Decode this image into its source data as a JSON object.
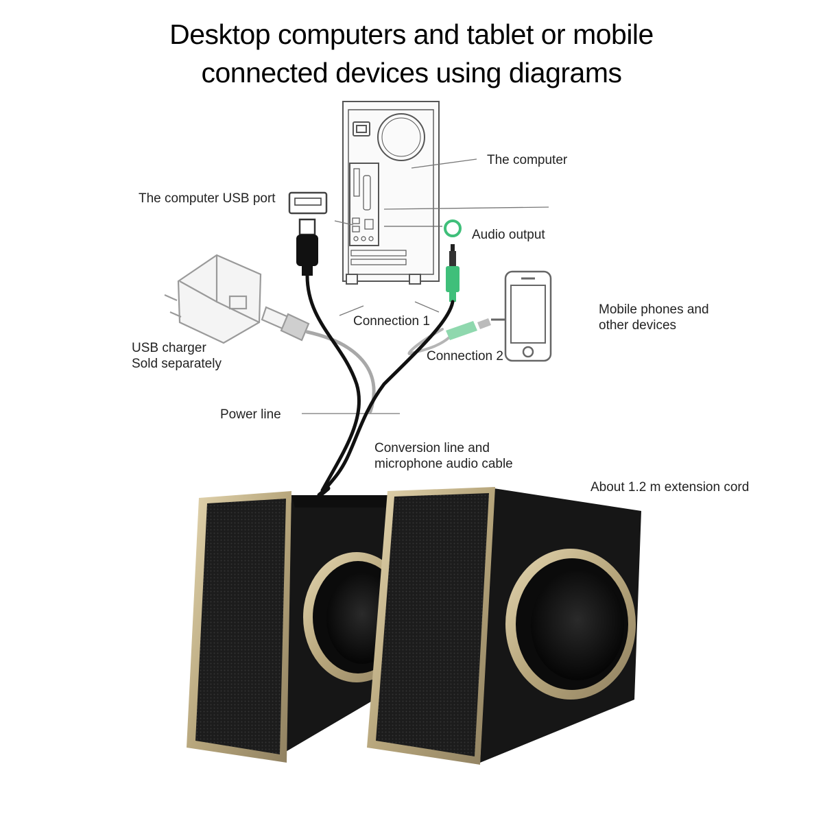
{
  "title": {
    "line1": "Desktop computers and tablet or mobile",
    "line2": "connected devices using diagrams"
  },
  "labels": {
    "computer": "The computer",
    "usb_port": "The computer USB port",
    "audio_output": "Audio output",
    "connection_1": "Connection 1",
    "connection_2": "Connection 2",
    "mobile_line1": "Mobile phones and",
    "mobile_line2": "other devices",
    "usb_charger_line1": "USB charger",
    "usb_charger_line2": "Sold separately",
    "power_line": "Power line",
    "conversion_line1": "Conversion line and",
    "conversion_line2": "microphone audio cable",
    "extension": "About 1.2 m extension cord"
  },
  "colors": {
    "jack_green": "#3fbf7a",
    "speaker_body": "#141414",
    "speaker_trim": "#c8b68c"
  }
}
